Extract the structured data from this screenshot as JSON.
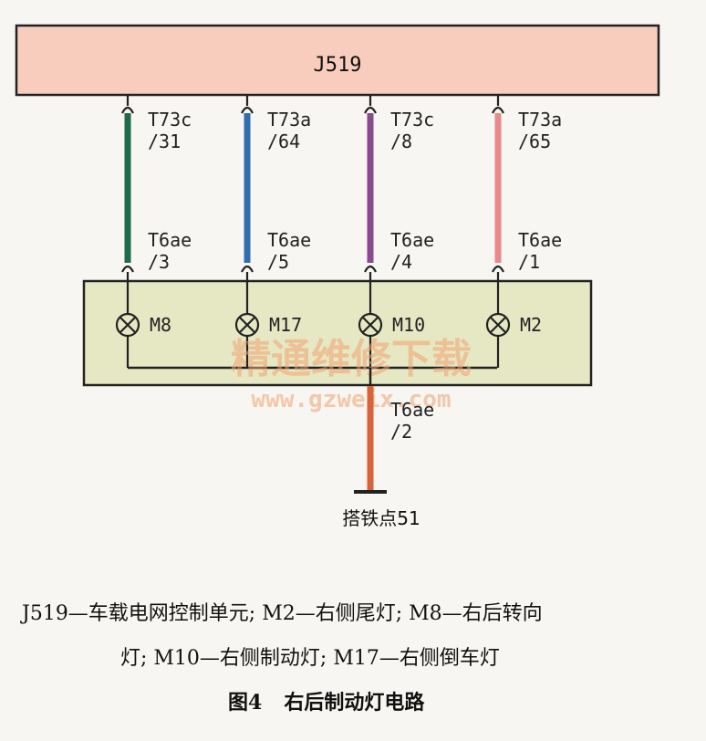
{
  "module": {
    "label": "J519"
  },
  "wires": [
    {
      "top_pin": [
        "T73c",
        "/31"
      ],
      "bottom_pin": [
        "T6ae",
        "/3"
      ],
      "component": "M8",
      "color": "#1f6b4a"
    },
    {
      "top_pin": [
        "T73a",
        "/64"
      ],
      "bottom_pin": [
        "T6ae",
        "/5"
      ],
      "component": "M17",
      "color": "#2f6fb0"
    },
    {
      "top_pin": [
        "T73c",
        "/8"
      ],
      "bottom_pin": [
        "T6ae",
        "/4"
      ],
      "component": "M10",
      "color": "#8a4a8e"
    },
    {
      "top_pin": [
        "T73a",
        "/65"
      ],
      "bottom_pin": [
        "T6ae",
        "/1"
      ],
      "component": "M2",
      "color": "#e88a8a"
    }
  ],
  "ground": {
    "pin": [
      "T6ae",
      "/2"
    ],
    "label": "搭铁点51",
    "color": "#d9623a"
  },
  "watermark": {
    "text1": "精通维修下载",
    "text2": "www.gzweix.com"
  },
  "colors": {
    "module_fill": "#f8cdbd",
    "box_fill": "#e6e8c4",
    "line": "#222222"
  },
  "caption": {
    "legend_line1": "J519—车载电网控制单元; M2—右侧尾灯; M8—右后转向",
    "legend_line2": "灯; M10—右侧制动灯; M17—右侧倒车灯",
    "figure_number": "图4",
    "figure_title": "右后制动灯电路"
  }
}
